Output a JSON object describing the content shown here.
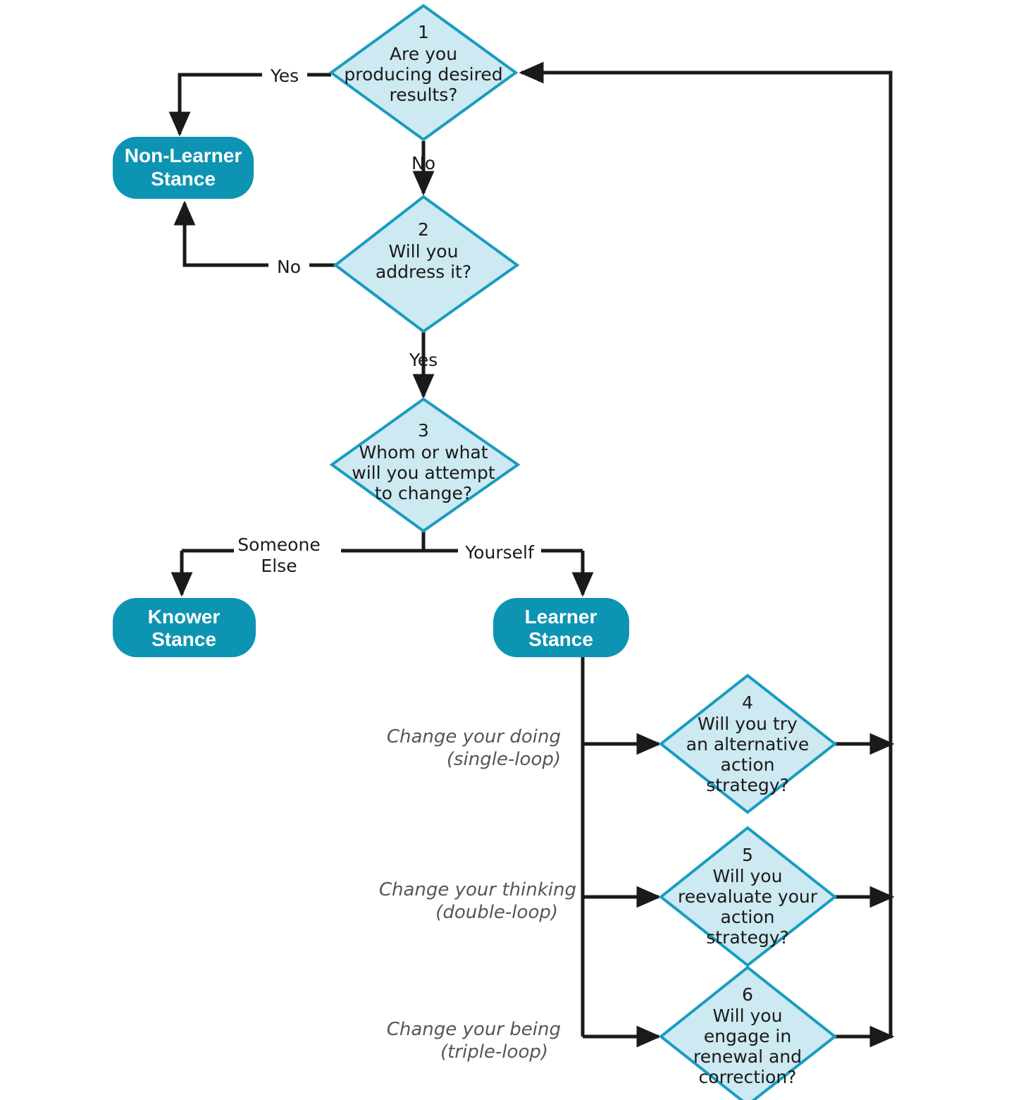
{
  "diagram": {
    "title": "Learner Stance Decision Flowchart",
    "colors": {
      "diamond_fill": "#cde9f2",
      "diamond_stroke": "#1a9cc0",
      "stance_fill": "#0d94b2",
      "stance_text": "#ffffff",
      "connector": "#1a1a1a",
      "branch_label_text": "#565656",
      "background": "#ffffff"
    },
    "decisions": [
      {
        "id": "decision-1",
        "number": "1",
        "lines": [
          "Are you",
          "producing desired",
          "results?"
        ]
      },
      {
        "id": "decision-2",
        "number": "2",
        "lines": [
          "Will you",
          "address it?"
        ]
      },
      {
        "id": "decision-3",
        "number": "3",
        "lines": [
          "Whom or what",
          "will you attempt",
          "to change?"
        ]
      },
      {
        "id": "decision-4",
        "number": "4",
        "lines": [
          "Will you try",
          "an alternative",
          "action",
          "strategy?"
        ]
      },
      {
        "id": "decision-5",
        "number": "5",
        "lines": [
          "Will you",
          "reevaluate your",
          "action",
          "strategy?"
        ]
      },
      {
        "id": "decision-6",
        "number": "6",
        "lines": [
          "Will you",
          "engage in",
          "renewal and",
          "correction?"
        ]
      }
    ],
    "stances": [
      {
        "id": "stance-non-learner",
        "lines": [
          "Non-Learner",
          "Stance"
        ]
      },
      {
        "id": "stance-knower",
        "lines": [
          "Knower",
          "Stance"
        ]
      },
      {
        "id": "stance-learner",
        "lines": [
          "Learner",
          "Stance"
        ]
      }
    ],
    "edge_labels": {
      "d1_yes": "Yes",
      "d1_no": "No",
      "d2_no": "No",
      "d2_yes": "Yes",
      "d3_someone_else_line1": "Someone",
      "d3_someone_else_line2": "Else",
      "d3_yourself": "Yourself"
    },
    "branch_labels": [
      {
        "id": "branch-doing",
        "prefix": "Change your ",
        "emphasis": "doing",
        "sub": "(single-loop)"
      },
      {
        "id": "branch-thinking",
        "prefix": "Change your ",
        "emphasis": "thinking",
        "sub": "(double-loop)"
      },
      {
        "id": "branch-being",
        "prefix": "Change your ",
        "emphasis": "being",
        "sub": "(triple-loop)"
      }
    ]
  }
}
